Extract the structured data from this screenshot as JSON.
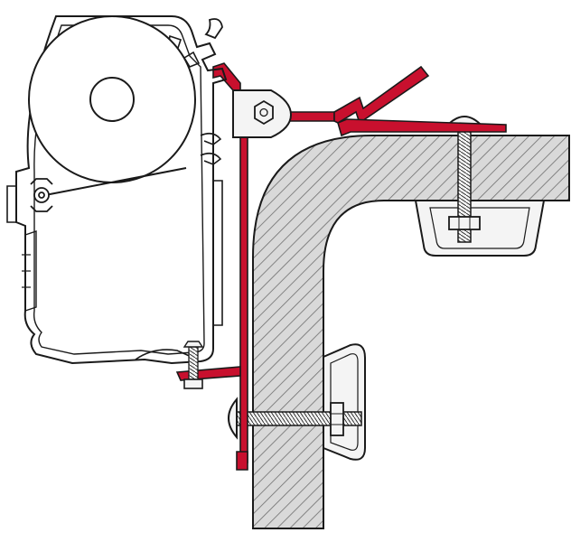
{
  "diagram": {
    "colors": {
      "background": "#ffffff",
      "outline": "#1a1a1a",
      "bracket": "#c8102e",
      "wall_fill": "#d9d9d9",
      "hatch": "#6e6e6e",
      "hardware": "#f4f4f4"
    },
    "parts": [
      {
        "id": "awning-housing",
        "kind": "profile"
      },
      {
        "id": "fabric-roller",
        "kind": "cylinder"
      },
      {
        "id": "adapter-bracket",
        "kind": "bracket"
      },
      {
        "id": "vehicle-wall",
        "kind": "section"
      },
      {
        "id": "roof-bolt",
        "kind": "fastener"
      },
      {
        "id": "side-bolt",
        "kind": "fastener"
      },
      {
        "id": "roof-backing-plate",
        "kind": "plate"
      },
      {
        "id": "side-backing-plate",
        "kind": "plate"
      }
    ]
  }
}
